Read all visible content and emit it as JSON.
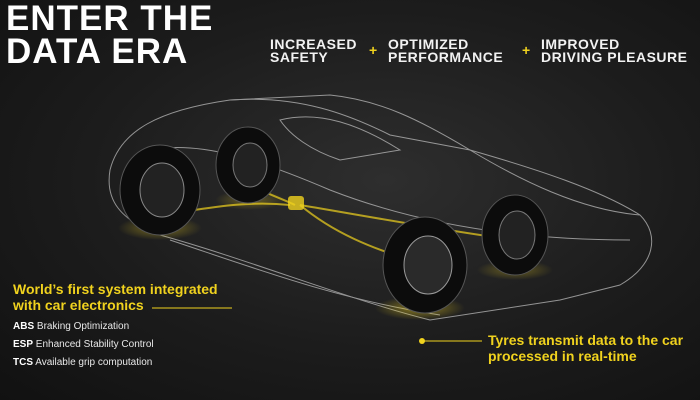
{
  "title": {
    "line1": "ENTER THE",
    "line2": "DATA ERA"
  },
  "benefits": [
    {
      "line1": "INCREASED",
      "line2": "SAFETY"
    },
    {
      "line1": "OPTIMIZED",
      "line2": "PERFORMANCE"
    },
    {
      "line1": "IMPROVED",
      "line2": "DRIVING PLEASURE"
    }
  ],
  "plus_symbol": "+",
  "left_callout": {
    "line1": "World’s first system integrated",
    "line2": "with car electronics"
  },
  "features": [
    {
      "abbr": "ABS",
      "text": "Braking Optimization"
    },
    {
      "abbr": "ESP",
      "text": "Enhanced Stability Control"
    },
    {
      "abbr": "TCS",
      "text": "Available grip computation"
    }
  ],
  "right_callout": {
    "line1": "Tyres transmit data to the car",
    "line2": "processed in real-time"
  },
  "colors": {
    "accent": "#f0d21e",
    "background": "#1c1c1c"
  }
}
